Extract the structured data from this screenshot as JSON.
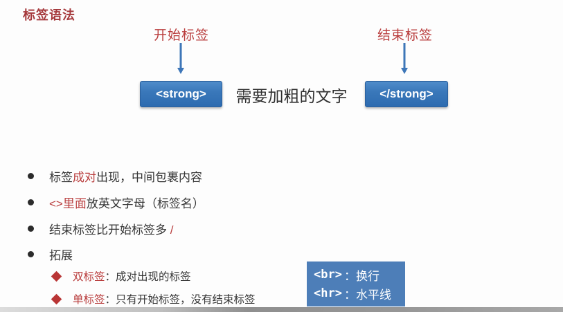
{
  "title": "标签语法",
  "diagram": {
    "start_label": "开始标签",
    "end_label": "结束标签",
    "open_tag": "<strong>",
    "close_tag": "</strong>",
    "middle_text": "需要加粗的文字"
  },
  "bullets": [
    {
      "pre": "标签",
      "red": "成对",
      "post": "出现，中间包裹内容"
    },
    {
      "pre": "",
      "red": "<>里面",
      "post": "放英文字母（标签名）"
    },
    {
      "pre": "结束标签比开始标签多 ",
      "red": "/",
      "post": ""
    },
    {
      "pre": "拓展",
      "red": "",
      "post": ""
    }
  ],
  "sub_bullets": [
    {
      "red": "双标签",
      "rest": "：成对出现的标签"
    },
    {
      "red": "单标签",
      "rest": "：只有开始标签，没有结束标签"
    }
  ],
  "note_box": {
    "lines": [
      {
        "tag": "<br>",
        "desc": "：换行"
      },
      {
        "tag": "<hr>",
        "desc": "：水平线"
      }
    ]
  },
  "colors": {
    "title_red": "#a5393c",
    "accent_red": "#b93d3d",
    "box_blue_dark": "#2d6bb0",
    "box_blue_light": "#4f8cca",
    "note_blue": "#4d7eb8",
    "arrow_blue": "#3d76b8",
    "text_dark": "#363636"
  }
}
